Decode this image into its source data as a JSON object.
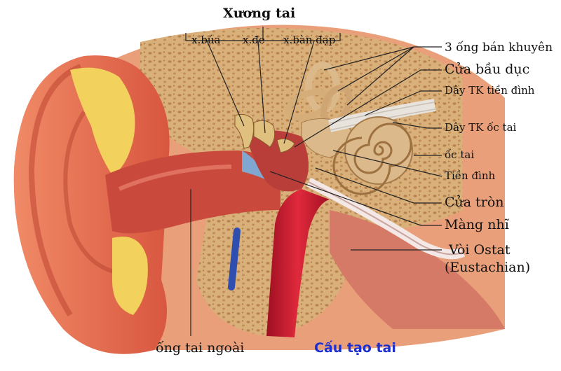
{
  "title": "Xương tai",
  "caption": "Cấu tạo tai",
  "ossicles": {
    "hammer": "x.búa",
    "anvil": "x.đe",
    "stirrup": "x.bàn đạp"
  },
  "labels": {
    "semicircular_canals": "3 ống bán khuyên",
    "oval_window": "Cửa bầu dục",
    "vestibular_nerve": "Dây TK tiền đình",
    "cochlear_nerve": "Dây TK ốc tai",
    "cochlea": "ốc tai",
    "vestibule": "Tiền đình",
    "round_window": "Cửa tròn",
    "eardrum": "Màng nhĩ",
    "eustachian_line1": "Vòi Ostat",
    "eustachian_line2": "(Eustachian)",
    "ear_canal": "ống tai ngoài"
  },
  "colors": {
    "skin": "#e8674a",
    "canal": "#c94a3c",
    "bone": "#d9b07a",
    "fat": "#f2d25c",
    "artery": "#c4142a",
    "vein": "#2f4fb0",
    "cochlea": "#dcb98a",
    "caption": "#1e2fd0"
  }
}
